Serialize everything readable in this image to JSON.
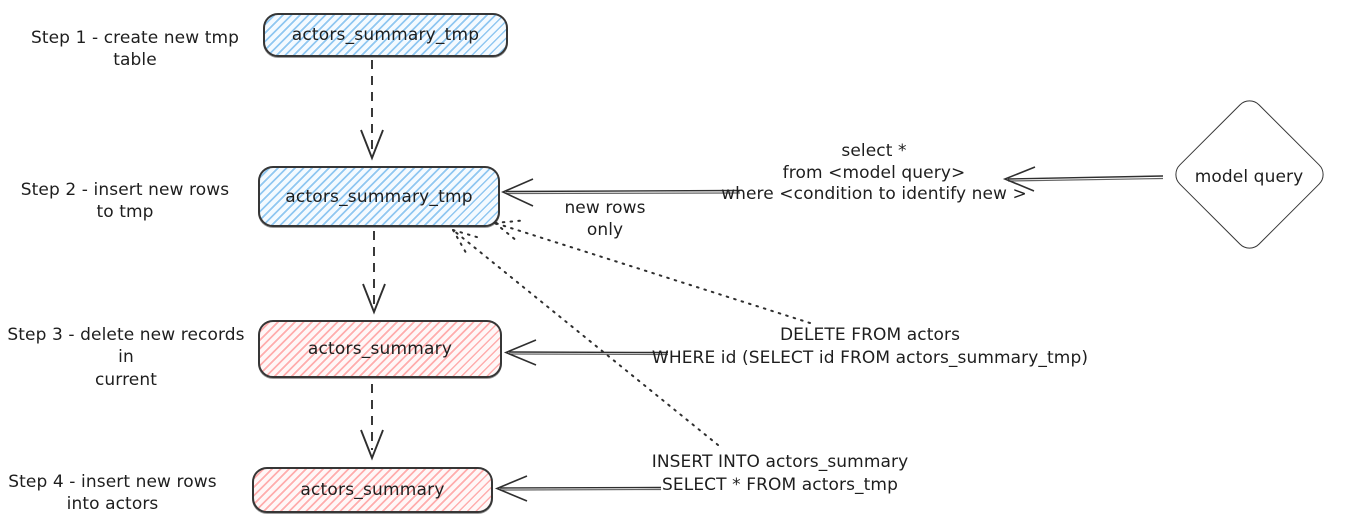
{
  "canvas": {
    "background": "#ffffff",
    "stroke_color": "#1e1e1e",
    "blue_fill": "#a5d8ff",
    "red_fill": "#ffc9c9"
  },
  "steps": [
    {
      "label": "Step 1 - create new tmp table",
      "node": "actors_summary_tmp",
      "node_color": "blue"
    },
    {
      "label": "Step 2 - insert new rows\nto tmp",
      "node": "actors_summary_tmp",
      "node_color": "blue"
    },
    {
      "label": "Step 3 - delete new records in\ncurrent",
      "node": "actors_summary",
      "node_color": "red"
    },
    {
      "label": "Step 4 - insert new rows\ninto actors",
      "node": "actors_summary",
      "node_color": "red"
    }
  ],
  "model_query": {
    "label": "model query"
  },
  "annotations": {
    "new_rows_only": "new rows only",
    "select_query": "select *\nfrom <model query>\nwhere <condition to identify new >",
    "delete_query": "DELETE FROM actors\nWHERE id (SELECT id FROM actors_summary_tmp)",
    "insert_query": "INSERT INTO actors_summary\nSELECT * FROM actors_tmp"
  }
}
